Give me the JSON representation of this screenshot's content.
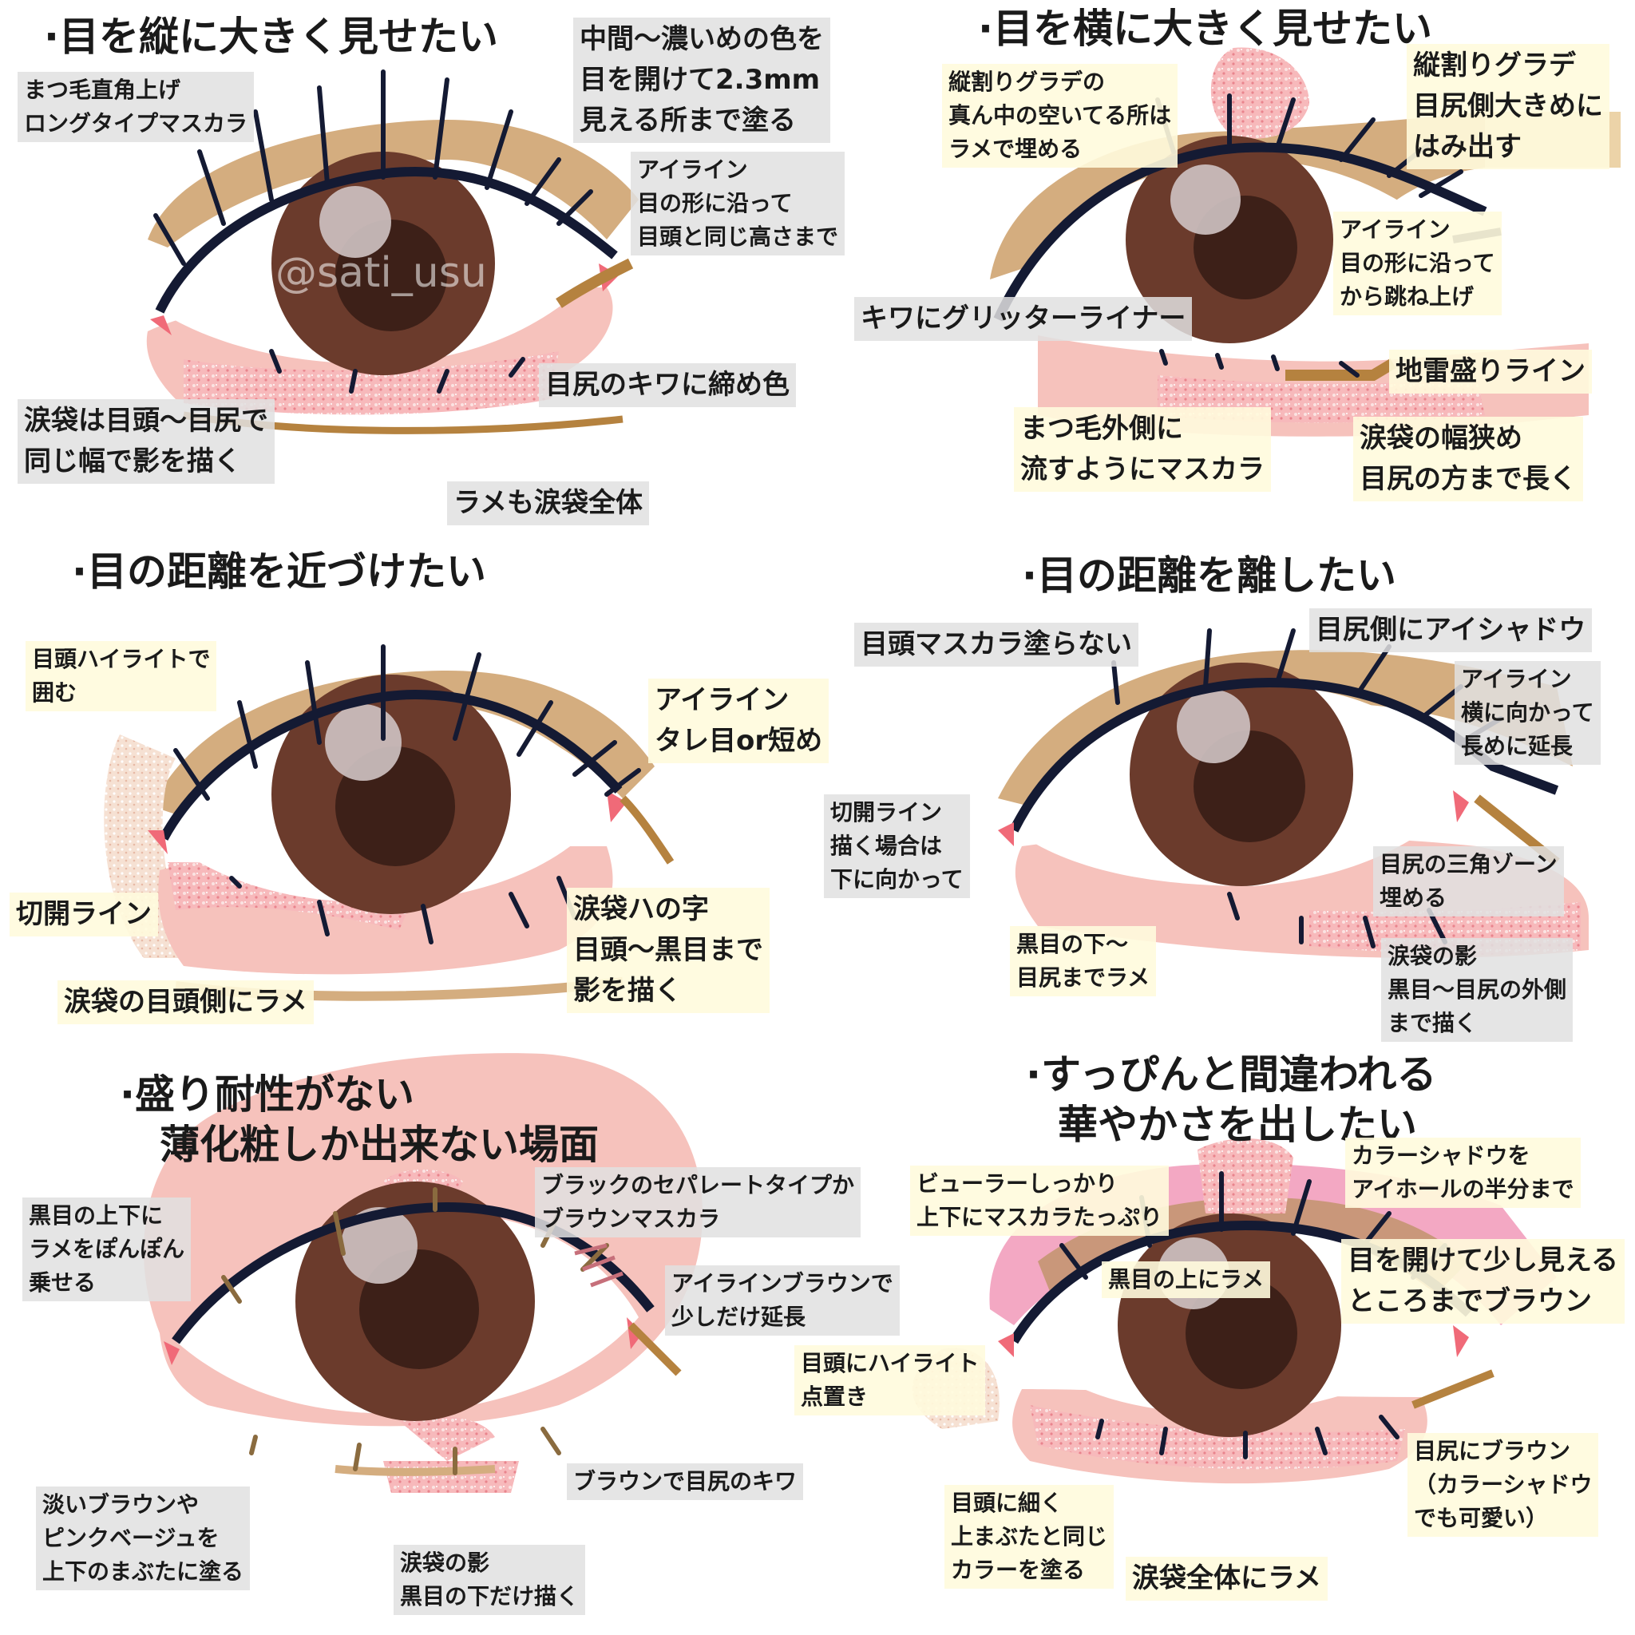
{
  "watermark": "@sati_usu",
  "colors": {
    "iris": "#6b3b2c",
    "pupil": "#3d2018",
    "skin_beige": "#d4ad7f",
    "pink": "#f6c2bc",
    "brown_line": "#b5823f",
    "liner": "#141a33",
    "glitter": "#f3a8ad",
    "highlight": "#f4d7c8"
  },
  "panels": [
    {
      "title": [
        "·目を縦に大きく見せたい"
      ],
      "labels": [
        [
          "まつ毛直角上げ",
          "ロングタイプマスカラ"
        ],
        [
          "中間〜濃いめの色を",
          "目を開けて2.3mm",
          "見える所まで塗る"
        ],
        [
          "アイライン",
          "目の形に沿って",
          "目頭と同じ高さまで"
        ],
        [
          "目尻のキワに締め色"
        ],
        [
          "涙袋は目頭〜目尻で",
          "同じ幅で影を描く"
        ],
        [
          "ラメも涙袋全体"
        ]
      ]
    },
    {
      "title": [
        "·目を横に大きく見せたい"
      ],
      "labels": [
        [
          "縦割りグラデの",
          "真ん中の空いてる所は",
          "ラメで埋める"
        ],
        [
          "縦割りグラデ",
          "目尻側大きめに",
          "はみ出す"
        ],
        [
          "アイライン",
          "目の形に沿って",
          "から跳ね上げ"
        ],
        [
          "キワにグリッターライナー"
        ],
        [
          "地雷盛りライン"
        ],
        [
          "まつ毛外側に",
          "流すようにマスカラ"
        ],
        [
          "涙袋の幅狭め",
          "目尻の方まで長く"
        ]
      ]
    },
    {
      "title": [
        "·目の距離を近づけたい"
      ],
      "labels": [
        [
          "目頭ハイライトで",
          "囲む"
        ],
        [
          "アイライン",
          "タレ目or短め"
        ],
        [
          "切開ライン"
        ],
        [
          "涙袋ハの字",
          "目頭〜黒目まで",
          "影を描く"
        ],
        [
          "涙袋の目頭側にラメ"
        ]
      ]
    },
    {
      "title": [
        "·目の距離を離したい"
      ],
      "labels": [
        [
          "目頭マスカラ塗らない"
        ],
        [
          "目尻側にアイシャドウ"
        ],
        [
          "アイライン",
          "横に向かって",
          "長めに延長"
        ],
        [
          "切開ライン",
          "描く場合は",
          "下に向かって"
        ],
        [
          "目尻の三角ゾーン",
          "埋める"
        ],
        [
          "黒目の下〜",
          "目尻までラメ"
        ],
        [
          "涙袋の影",
          "黒目〜目尻の外側",
          "まで描く"
        ]
      ]
    },
    {
      "title": [
        "·盛り耐性がない",
        "薄化粧しか出来ない場面"
      ],
      "labels": [
        [
          "黒目の上下に",
          "ラメをぽんぽん",
          "乗せる"
        ],
        [
          "ブラックのセパレートタイプか",
          "ブラウンマスカラ"
        ],
        [
          "アイラインブラウンで",
          "少しだけ延長"
        ],
        [
          "ブラウンで目尻のキワ"
        ],
        [
          "淡いブラウンや",
          "ピンクベージュを",
          "上下のまぶたに塗る"
        ],
        [
          "涙袋の影",
          "黒目の下だけ描く"
        ]
      ]
    },
    {
      "title": [
        "·すっぴんと間違われる",
        "華やかさを出したい"
      ],
      "labels": [
        [
          "ビューラーしっかり",
          "上下にマスカラたっぷり"
        ],
        [
          "カラーシャドウを",
          "アイホールの半分まで"
        ],
        [
          "黒目の上にラメ"
        ],
        [
          "目を開けて少し見える",
          "ところまでブラウン"
        ],
        [
          "目頭にハイライト",
          "点置き"
        ],
        [
          "目尻にブラウン",
          "（カラーシャドウ",
          "でも可愛い）"
        ],
        [
          "目頭に細く",
          "上まぶたと同じ",
          "カラーを塗る"
        ],
        [
          "涙袋全体にラメ"
        ]
      ]
    }
  ]
}
